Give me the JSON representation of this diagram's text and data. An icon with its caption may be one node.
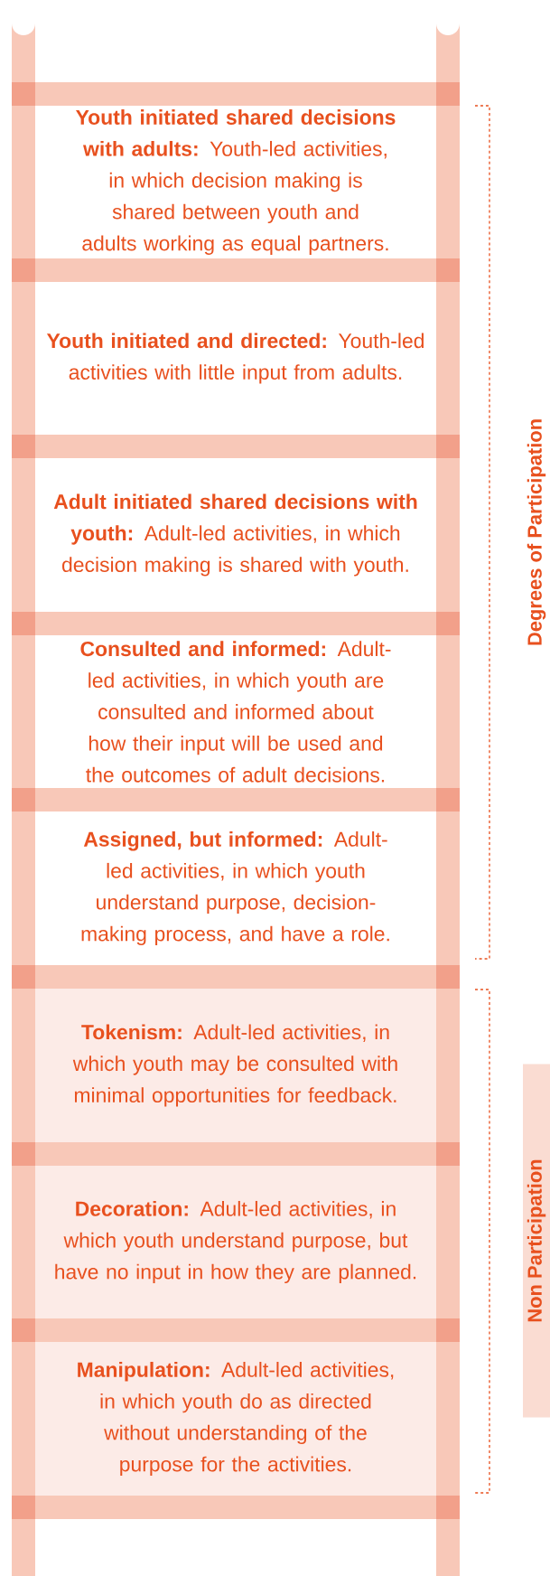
{
  "diagram": {
    "nodes": [
      {
        "text": [
          "**Youth initiated shared decisions with adults:** Youth-led activities, in which decision making is shared between youth and adults working as equal partners."
        ]
      },
      {
        "text": [
          "**Youth initiated and directed:** Youth-led activities with little input from adults."
        ]
      },
      {
        "text": [
          "**Adult initiated shared decisions with youth:** Adult-led activities, in which decision making is shared with youth."
        ]
      },
      {
        "text": [
          "**Consulted and informed:** Adult-led activities, in which youth are consulted and informed about how their input will be used and the outcomes of adult decisions."
        ]
      },
      {
        "text": [
          "**Assigned, but informed:** Adult-led activities, in which youth understand purpose, decision-making process, and have a role."
        ]
      },
      {
        "text": [
          "**Tokenism:** Adult-led activities, in which youth may be consulted with minimal opportunities for feedback."
        ]
      },
      {
        "text": [
          "**Decoration:** Adult-led activities, in which youth understand purpose, but have no input in how they are planned."
        ]
      },
      {
        "text": [
          "**Manipulation:** Adult-led activities, in which youth do as directed without understanding of the purpose for the activities."
        ]
      },
      {
        "text": [
          "Non Participation"
        ]
      }
    ],
    "labels": [
      "Degrees of Participation"
    ]
  }
}
